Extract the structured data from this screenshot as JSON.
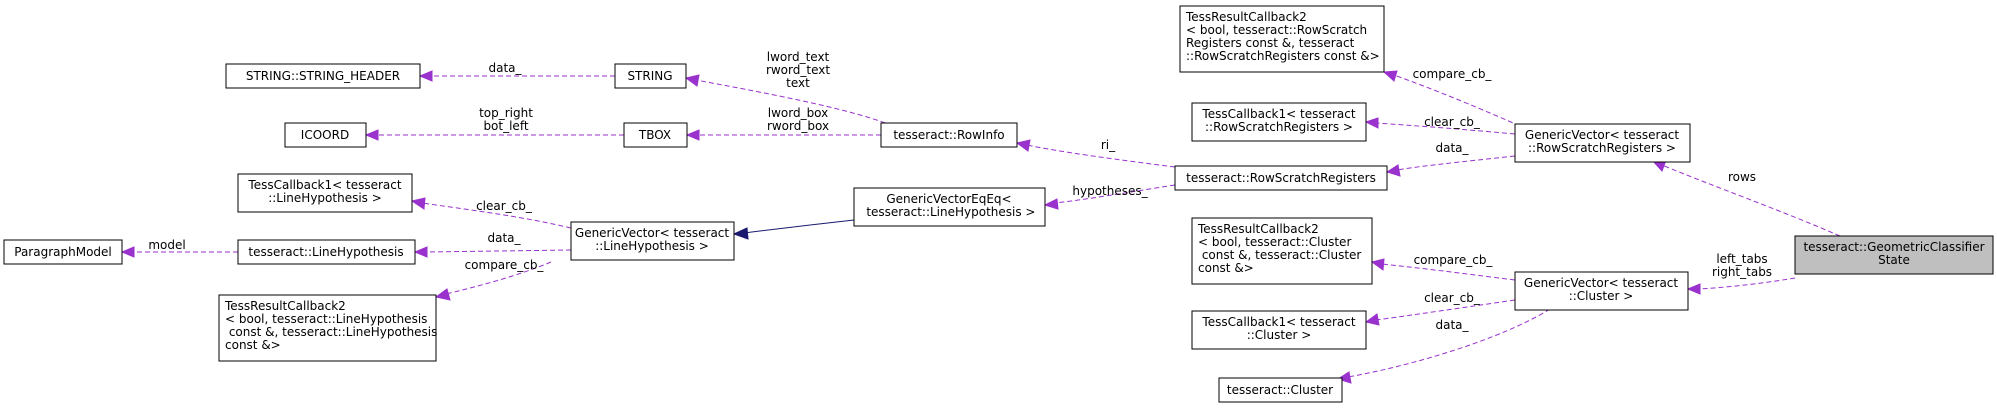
{
  "nodes": {
    "string_header": [
      "STRING::STRING_HEADER"
    ],
    "string": [
      "STRING"
    ],
    "icoord": [
      "ICOORD"
    ],
    "tbox": [
      "TBOX"
    ],
    "rowinfo": [
      "tesseract::RowInfo"
    ],
    "trc_rowscratch": [
      "TessResultCallback2",
      "< bool, tesseract::RowScratch",
      "Registers const &, tesseract",
      "::RowScratchRegisters const &>"
    ],
    "tc1_rowscratch": [
      "TessCallback1< tesseract",
      "::RowScratchRegisters >"
    ],
    "gv_rowscratch": [
      "GenericVector< tesseract",
      "::RowScratchRegisters >"
    ],
    "rowscratch": [
      "tesseract::RowScratchRegisters"
    ],
    "tc1_linehyp": [
      "TessCallback1< tesseract",
      "::LineHypothesis >"
    ],
    "paragraphmodel": [
      "ParagraphModel"
    ],
    "linehyp": [
      "tesseract::LineHypothesis"
    ],
    "gv_linehyp": [
      "GenericVector< tesseract",
      "::LineHypothesis >"
    ],
    "gveq_linehyp": [
      "GenericVectorEqEq<",
      " tesseract::LineHypothesis >"
    ],
    "trc_linehyp": [
      "TessResultCallback2",
      "< bool, tesseract::LineHypothesis",
      " const &, tesseract::LineHypothesis",
      "const &>"
    ],
    "trc_cluster": [
      "TessResultCallback2",
      "< bool, tesseract::Cluster",
      " const &, tesseract::Cluster",
      "const &>"
    ],
    "tc1_cluster": [
      "TessCallback1< tesseract",
      "::Cluster >"
    ],
    "gv_cluster": [
      "GenericVector< tesseract",
      "::Cluster >"
    ],
    "cluster": [
      "tesseract::Cluster"
    ],
    "geomstate": [
      "tesseract::GeometricClassifier",
      "State"
    ]
  },
  "edge_labels": {
    "data_string": [
      "data_"
    ],
    "rowinfo_string": [
      "lword_text",
      "rword_text",
      "text"
    ],
    "topright": [
      "top_right",
      "bot_left"
    ],
    "rowinfo_tbox": [
      "lword_box",
      "rword_box"
    ],
    "ri": [
      "ri_"
    ],
    "hypotheses": [
      "hypotheses_"
    ],
    "clear_linehyp": [
      "clear_cb_"
    ],
    "model": [
      "model"
    ],
    "data_linehyp": [
      "data_"
    ],
    "compare_linehyp": [
      "compare_cb_"
    ],
    "compare_rowscratch": [
      "compare_cb_"
    ],
    "clear_rowscratch": [
      "clear_cb_"
    ],
    "data_rowscratch": [
      "data_"
    ],
    "rows": [
      "rows"
    ],
    "compare_cluster": [
      "compare_cb_"
    ],
    "left_right_tabs": [
      "left_tabs",
      "right_tabs"
    ],
    "clear_cluster": [
      "clear_cb_"
    ],
    "data_cluster": [
      "data_"
    ]
  },
  "colors": {
    "member_edge": "#9a32cd",
    "inheritance_edge": "#191970",
    "highlight_fill": "#bfbfbf"
  }
}
